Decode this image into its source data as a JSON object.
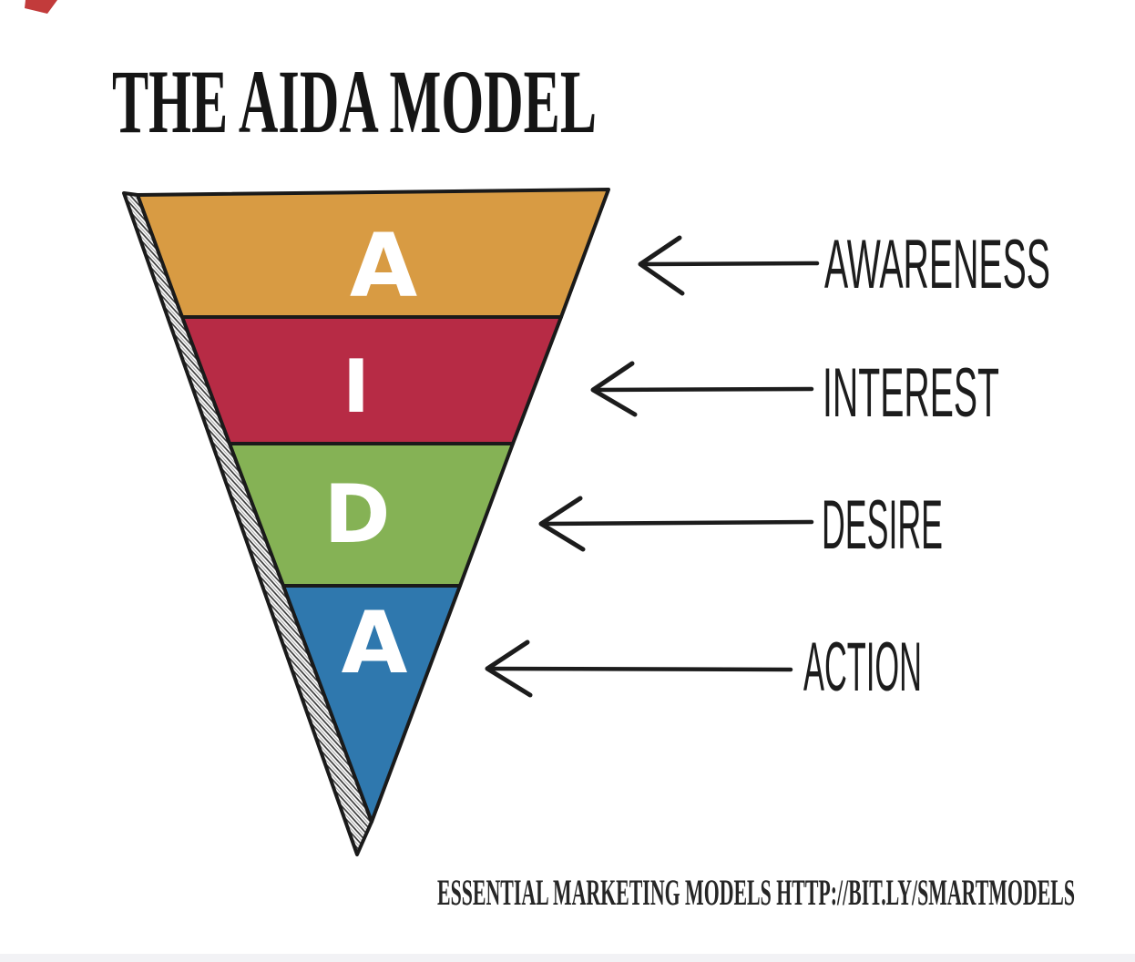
{
  "title": "THE AIDA MODEL",
  "caption": "ESSENTIAL MARKETING MODELS HTTP://BIT.LY/SMARTMODELS",
  "colors": {
    "ink": "#1c1c1c",
    "background": "#ffffff",
    "corner_mark": "#c23b3b",
    "bottom_strip": "#f2f2f5"
  },
  "funnel": {
    "stages": [
      {
        "letter": "A",
        "label": "AWARENESS",
        "color": "#d89b43"
      },
      {
        "letter": "I",
        "label": "INTEREST",
        "color": "#b72b45"
      },
      {
        "letter": "D",
        "label": "DESIRE",
        "color": "#85b255"
      },
      {
        "letter": "A",
        "label": "ACTION",
        "color": "#2f78ae"
      }
    ]
  }
}
